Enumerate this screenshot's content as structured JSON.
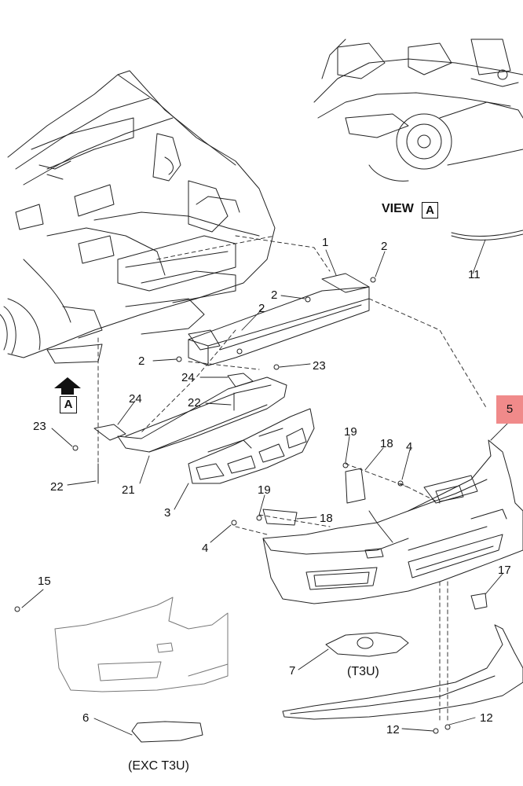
{
  "view_label": {
    "word": "VIEW",
    "letter": "A"
  },
  "arrow_label": "A",
  "highlighted_callout": "5",
  "callouts": {
    "c1": "1",
    "c2a": "2",
    "c2b": "2",
    "c2c": "2",
    "c2d": "2",
    "c3": "3",
    "c4a": "4",
    "c4b": "4",
    "c6": "6",
    "c7": "7",
    "c11": "11",
    "c12a": "12",
    "c12b": "12",
    "c15": "15",
    "c17": "17",
    "c18a": "18",
    "c18b": "18",
    "c19a": "19",
    "c19b": "19",
    "c21": "21",
    "c22a": "22",
    "c22b": "22",
    "c23a": "23",
    "c23b": "23",
    "c24a": "24",
    "c24b": "24"
  },
  "captions": {
    "t3u": "(T3U)",
    "exc_t3u": "(EXC T3U)"
  },
  "colors": {
    "highlight": "#f08a8a",
    "line": "#111111"
  }
}
